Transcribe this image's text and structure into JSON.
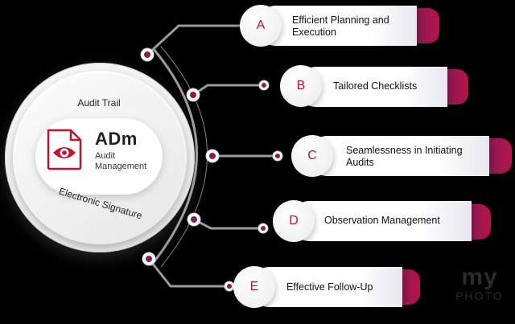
{
  "hub": {
    "top_label": "Audit Trail",
    "bottom_label": "Electronic Signature",
    "brand": "ADm",
    "brand_sub_line1": "Audit",
    "brand_sub_line2": "Management",
    "icon": "eye-document-icon"
  },
  "items": [
    {
      "letter": "A",
      "line1": "Efficient Planning and",
      "line2": "Execution"
    },
    {
      "letter": "B",
      "line1": "Tailored Checklists",
      "line2": ""
    },
    {
      "letter": "C",
      "line1": "Seamlessness in Initiating",
      "line2": "Audits"
    },
    {
      "letter": "D",
      "line1": "Observation Management",
      "line2": ""
    },
    {
      "letter": "E",
      "line1": "Effective Follow-Up",
      "line2": ""
    }
  ],
  "watermark": {
    "big": "my",
    "small": "PHOTO"
  },
  "colors": {
    "accent_red": "#c8102e",
    "tab_gradient_start": "#6d1f5a",
    "tab_gradient_end": "#b8134a",
    "connector_gray": "#9a9a9a",
    "node_dot": "#8e1b4f"
  }
}
